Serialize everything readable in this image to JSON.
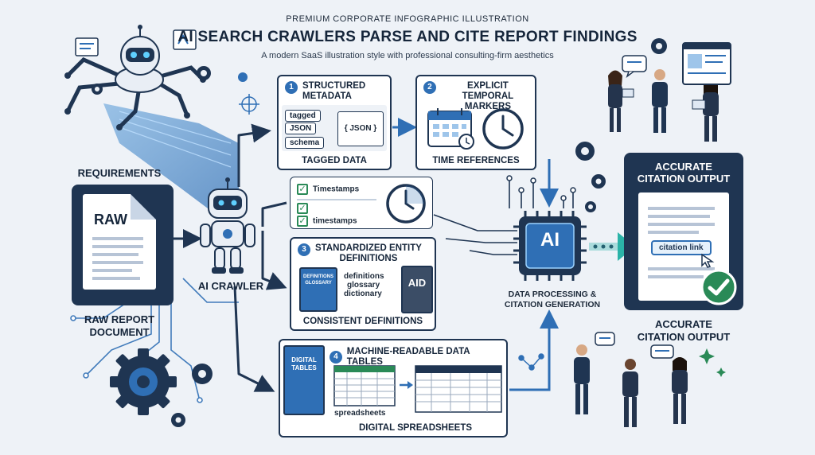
{
  "header": {
    "eyebrow": "PREMIUM CORPORATE INFOGRAPHIC ILLUSTRATION",
    "title": "AI SEARCH CRAWLERS PARSE AND CITE REPORT FINDINGS",
    "subtitle": "A modern SaaS illustration style with professional consulting-firm aesthetics"
  },
  "left": {
    "requirements": "REQUIREMENTS",
    "doc_word": "RAW",
    "doc_caption_1": "RAW REPORT",
    "doc_caption_2": "DOCUMENT",
    "crawler_label": "AI CRAWLER"
  },
  "panel1": {
    "number": "1",
    "title_1": "STRUCTURED",
    "title_2": "METADATA",
    "tags": [
      "tagged",
      "JSON",
      "schema"
    ],
    "json_text": "{ JSON }",
    "caption": "TAGGED DATA"
  },
  "panel2": {
    "number": "2",
    "title_1": "EXPLICIT TEMPORAL",
    "title_2": "MARKERS",
    "caption": "TIME REFERENCES"
  },
  "timestamps": {
    "items": [
      "Timestamps",
      "timestamps"
    ]
  },
  "panel3": {
    "number": "3",
    "title_1": "STANDARDIZED ENTITY",
    "title_2": "DEFINITIONS",
    "book_text_1": "DEFINITIONS",
    "book_text_2": "GLOSSARY",
    "words": [
      "definitions",
      "glossary",
      "dictionary"
    ],
    "book2_text": "AID",
    "caption": "CONSISTENT DEFINITIONS"
  },
  "panel4": {
    "number": "4",
    "title": "MACHINE-READABLE DATA TABLES",
    "book_text_1": "DIGITAL",
    "book_text_2": "TABLES",
    "spreadsheet_label": "spreadsheets",
    "caption": "DIGITAL SPREADSHEETS"
  },
  "processor": {
    "chip_text": "AI",
    "label_1": "DATA PROCESSING &",
    "label_2": "CITATION GENERATION"
  },
  "output": {
    "card_title_1": "ACCURATE",
    "card_title_2": "CITATION OUTPUT",
    "link_text": "citation link",
    "caption_1": "ACCURATE",
    "caption_2": "CITATION OUTPUT"
  },
  "colors": {
    "navy": "#1f3552",
    "accent_blue": "#2f6fb5",
    "teal": "#2bb3a8",
    "check_green": "#2a8a57",
    "background": "#eef2f7"
  }
}
